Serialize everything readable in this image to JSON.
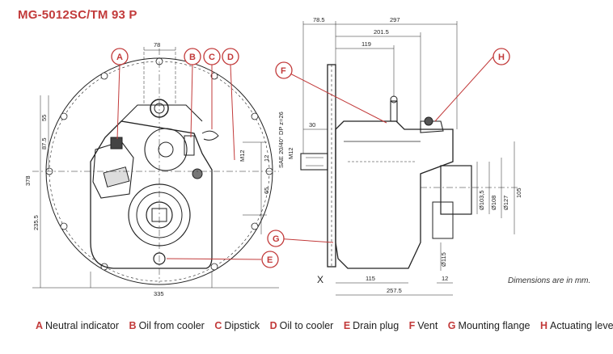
{
  "title": "MG-5012SC/TM 93 P",
  "note": "Dimensions are in mm.",
  "legend": [
    {
      "letter": "A",
      "label": "Neutral indicator"
    },
    {
      "letter": "B",
      "label": "Oil from cooler"
    },
    {
      "letter": "C",
      "label": "Dipstick"
    },
    {
      "letter": "D",
      "label": "Oil to cooler"
    },
    {
      "letter": "E",
      "label": "Drain plug"
    },
    {
      "letter": "F",
      "label": "Vent"
    },
    {
      "letter": "G",
      "label": "Mounting flange"
    },
    {
      "letter": "H",
      "label": "Actuating lever"
    }
  ],
  "dimensions": {
    "d78_top": "78",
    "d55": "55",
    "d87_5": "87.5",
    "d378": "378",
    "d235_5": "235.5",
    "d335": "335",
    "d12_front": "12",
    "d65": "65",
    "m12_front": "M12",
    "d78_5": "78.5",
    "d297": "297",
    "d201_5": "201.5",
    "d119": "119",
    "d30": "30",
    "m12_side": "M12",
    "spline": "SAE 20/40° DP z=26",
    "d115": "115",
    "d12_side": "12",
    "d257_5": "257.5",
    "d103_5": "Ø103,5",
    "d108": "Ø108",
    "d127": "Ø127",
    "d105": "105",
    "d115_v": "Ø115",
    "x_mark": "X"
  },
  "colors": {
    "accent": "#c23a3a",
    "ink": "#222222"
  }
}
